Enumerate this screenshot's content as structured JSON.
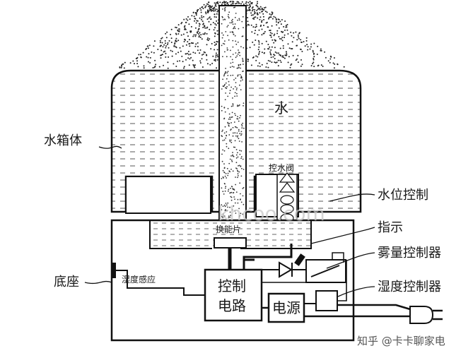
{
  "labels": {
    "water": "水",
    "tank_body": "水箱体",
    "control_valve": "控水阀",
    "water_level_control": "水位控制",
    "transducer": "换能片",
    "indicator": "指示",
    "mist_controller": "雾量控制器",
    "base": "底座",
    "humidity_sensor": "湿度感应",
    "humidity_controller": "湿度控制器",
    "control_circuit_line1": "控制",
    "control_circuit_line2": "电路",
    "power": "电源"
  },
  "watermark": "khcoo.com",
  "credit": "知乎 @卡卡聊家电"
}
